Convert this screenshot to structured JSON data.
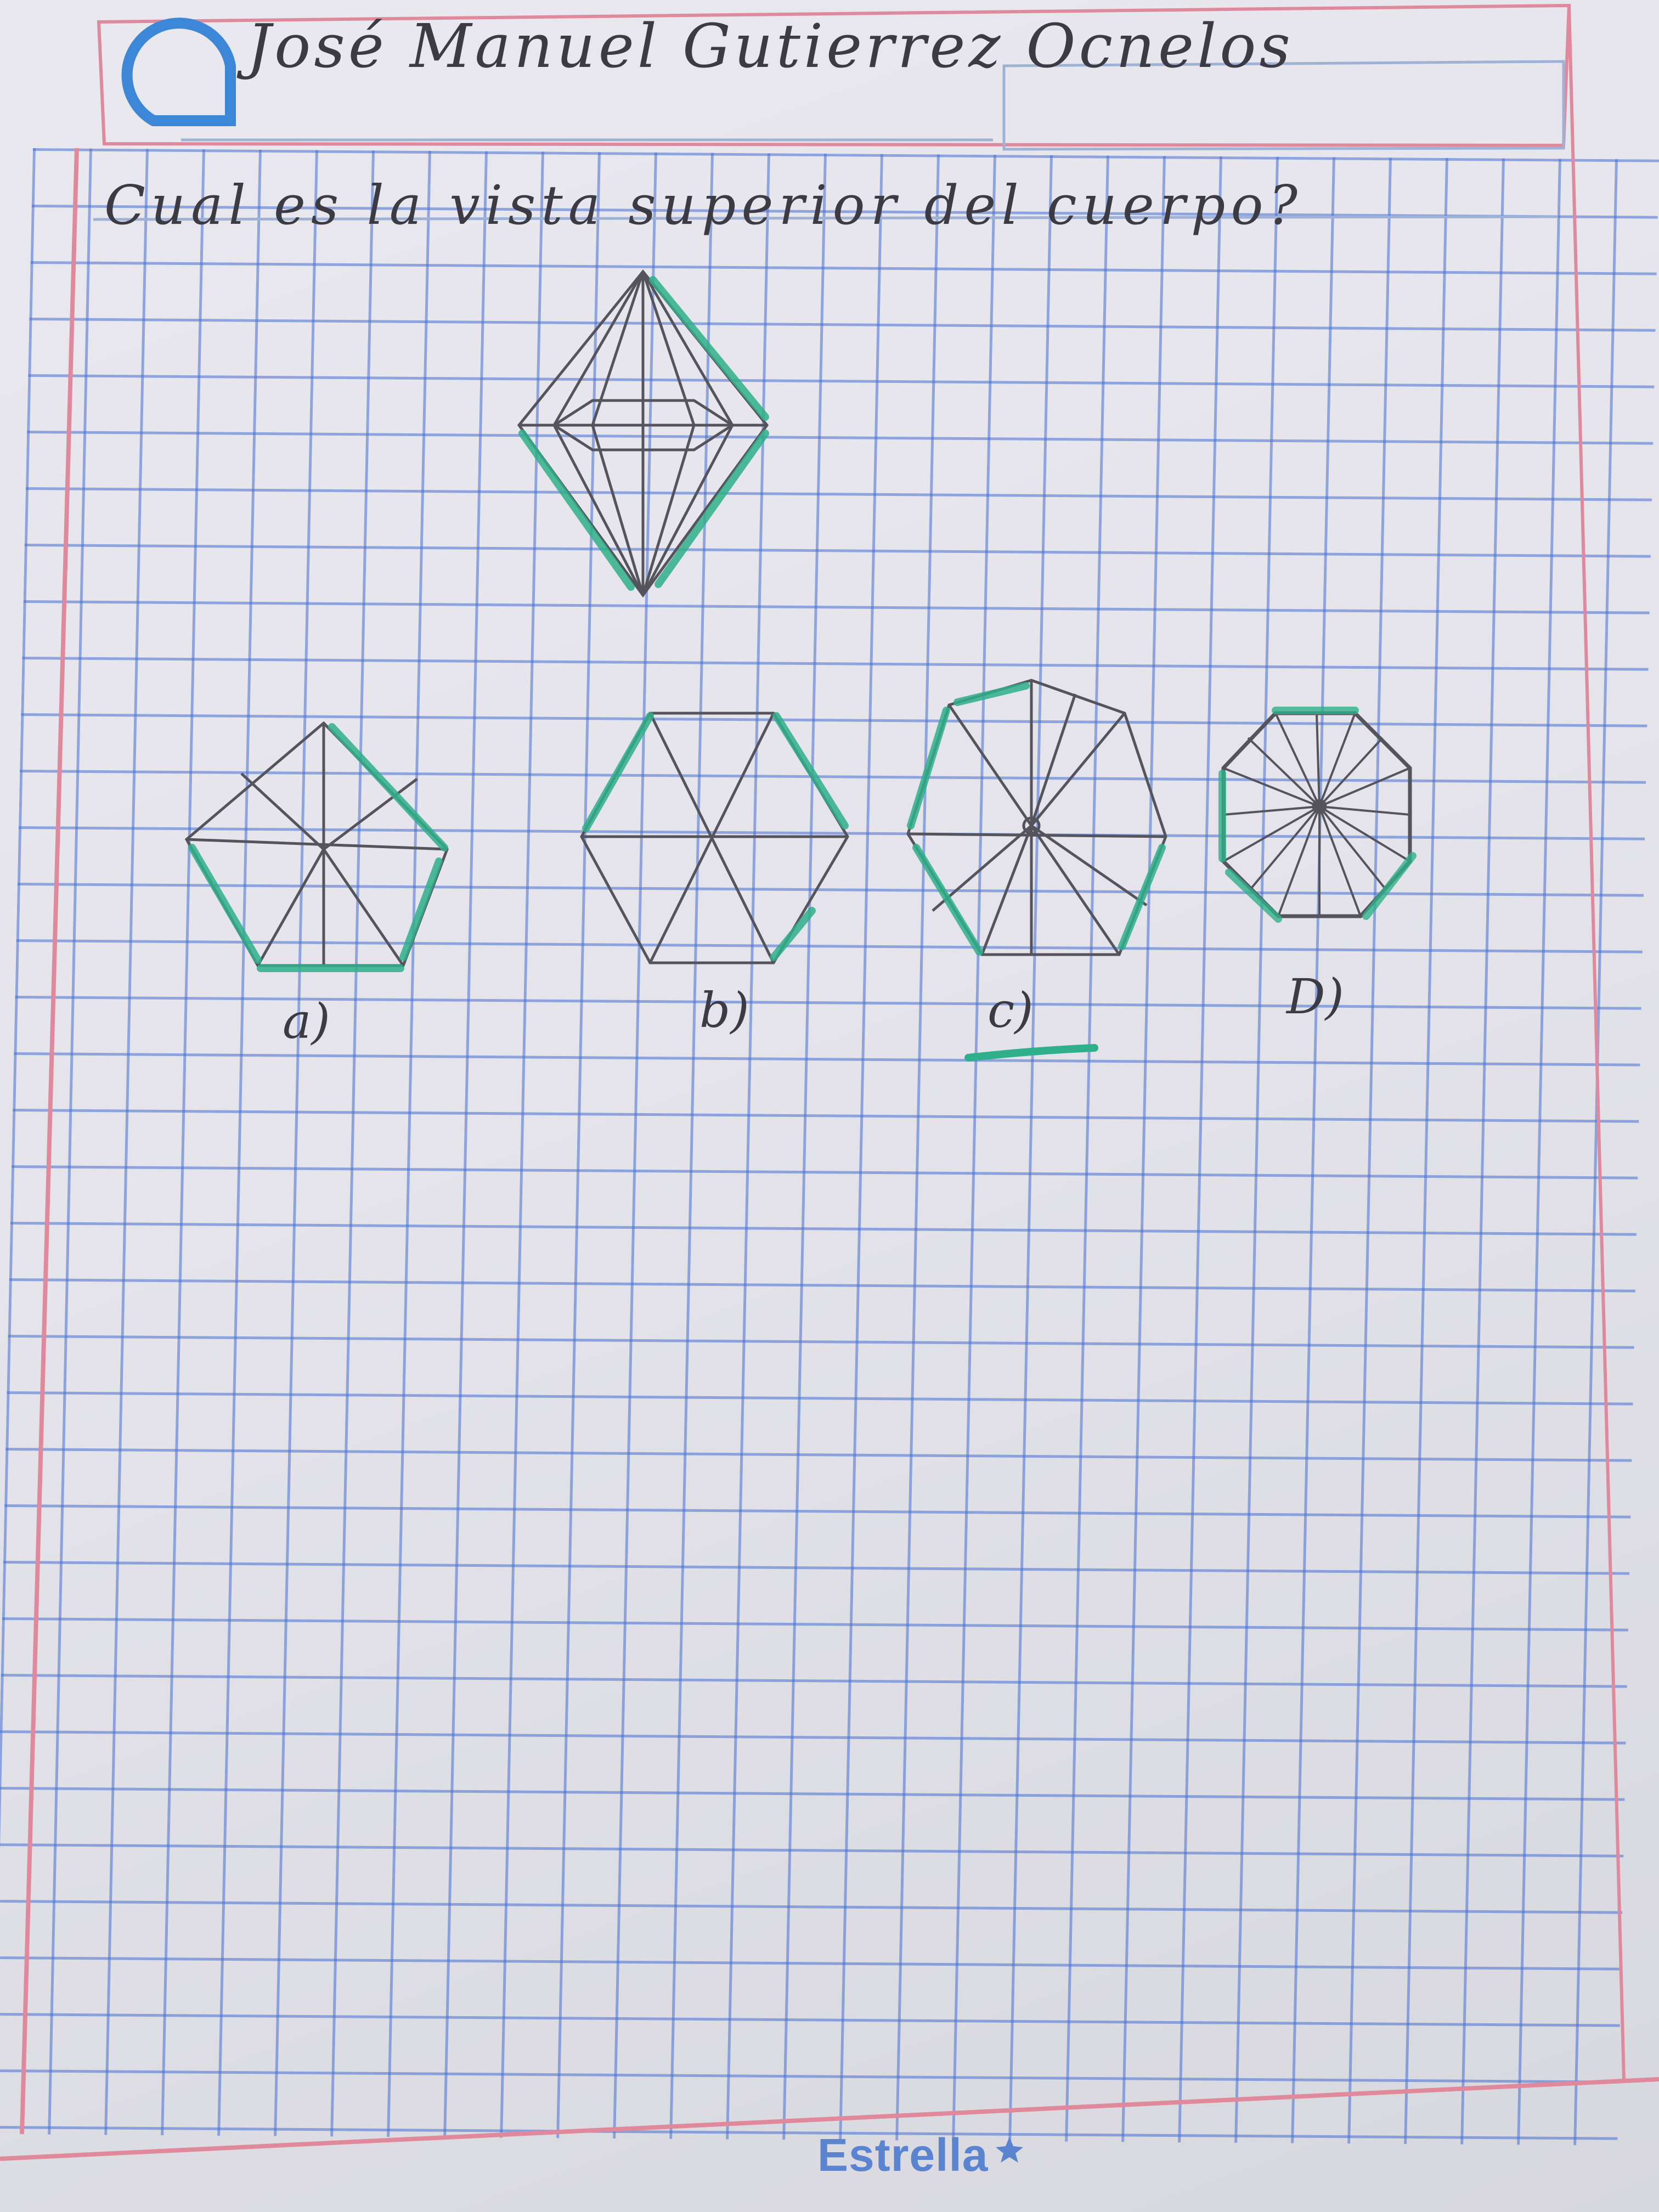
{
  "student_name": "José Manuel Gutierrez Ocnelos",
  "question": "Cual es la vista superior del cuerpo?",
  "options": [
    {
      "label": "a)",
      "shape": "pentagon"
    },
    {
      "label": "b)",
      "shape": "hexagon"
    },
    {
      "label": "c)",
      "shape": "heptagon",
      "selected": true
    },
    {
      "label": "D)",
      "shape": "octagon"
    }
  ],
  "brand": "Estrella",
  "colors": {
    "grid": "#4a6fd2",
    "margin": "#e0889c",
    "pencil": "#55535c",
    "marker": "#2fb08a",
    "name_tab": "#3d87d8"
  }
}
